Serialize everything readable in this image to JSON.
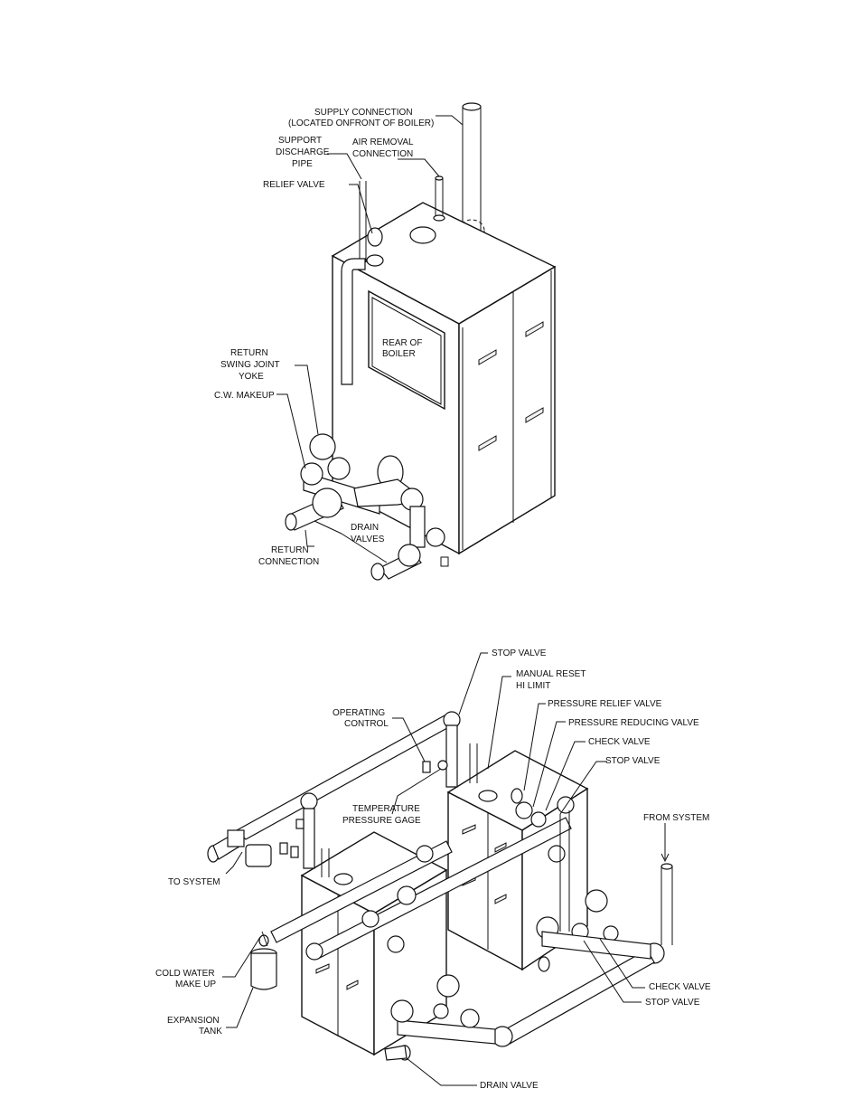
{
  "figure_top": {
    "labels": {
      "supply_connection_1": "SUPPLY CONNECTION",
      "supply_connection_2": "(LOCATED ONFRONT OF BOILER)",
      "support_discharge_1": "SUPPORT",
      "support_discharge_2": "DISCHARGE",
      "support_discharge_3": "PIPE",
      "air_removal_1": "AIR REMOVAL",
      "air_removal_2": "CONNECTION",
      "relief_valve": "RELIEF VALVE",
      "rear_of_boiler_1": "REAR  OF",
      "rear_of_boiler_2": "BOILER",
      "return_swing_1": "RETURN",
      "return_swing_2": "SWING JOINT",
      "return_swing_3": "YOKE",
      "cw_makeup": "C.W. MAKEUP",
      "drain_valves_1": "DRAIN",
      "drain_valves_2": "VALVES",
      "return_connection_1": "RETURN",
      "return_connection_2": "CONNECTION"
    }
  },
  "figure_bottom": {
    "labels": {
      "stop_valve_top": "STOP VALVE",
      "manual_reset_1": "MANUAL  RESET",
      "manual_reset_2": "HI LIMIT",
      "operating_control_1": "OPERATING",
      "operating_control_2": "CONTROL",
      "pressure_relief_valve": "PRESSURE RELIEF VALVE",
      "pressure_reducing_valve": "PRESSURE REDUCING VALVE",
      "check_valve_top": "CHECK  VALVE",
      "stop_valve_mid": "STOP VALVE",
      "temperature_gage_1": "TEMPERATURE",
      "temperature_gage_2": "PRESSURE GAGE",
      "from_system": "FROM SYSTEM",
      "to_system": "TO SYSTEM",
      "cold_water_1": "COLD WATER",
      "cold_water_2": "MAKE UP",
      "expansion_tank_1": "EXPANSION",
      "expansion_tank_2": "TANK",
      "check_valve_bottom": "CHECK  VALVE",
      "stop_valve_bottom": "STOP VALVE",
      "drain_valve": "DRAIN VALVE"
    }
  }
}
